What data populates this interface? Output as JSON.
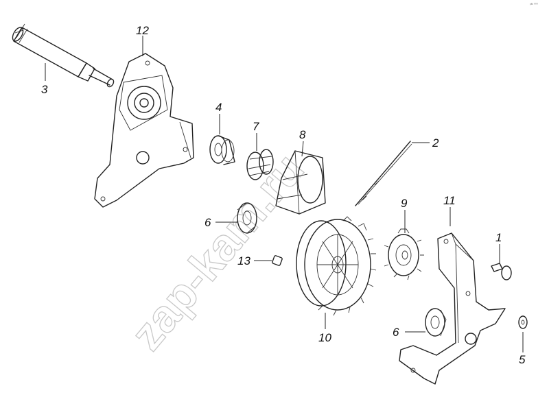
{
  "diagram": {
    "callouts": {
      "c1": "1",
      "c2": "2",
      "c3": "3",
      "c4": "4",
      "c5": "5",
      "c6a": "6",
      "c6b": "6",
      "c7": "7",
      "c8": "8",
      "c9": "9",
      "c10": "10",
      "c11": "11",
      "c12": "12",
      "c13": "13"
    },
    "watermark": "zap-kam.ru",
    "corner_mark": "ᵖᴹ ⁰⁰⁰"
  }
}
